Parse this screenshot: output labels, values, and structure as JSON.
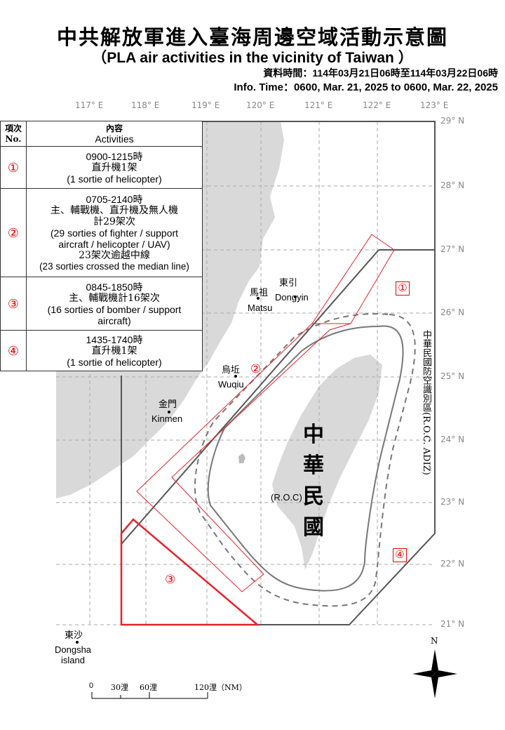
{
  "header": {
    "title_zh": "中共解放軍進入臺海周邊空域活動示意圖",
    "title_en": "（PLA air activities in the vicinity of Taiwan ）",
    "info_time_zh": "資料時間：114年03月21日06時至114年03月22日06時",
    "info_time_en": "Info. Time：0600, Mar. 21, 2025 to 0600, Mar. 22, 2025"
  },
  "axes": {
    "longitudes": [
      "117° E",
      "118° E",
      "119° E",
      "120° E",
      "121° E",
      "122° E",
      "123° E"
    ],
    "latitudes": [
      "29° N",
      "28° N",
      "27° N",
      "26° N",
      "25° N",
      "24° N",
      "23° N",
      "22° N",
      "21° N"
    ]
  },
  "legend": {
    "header_no": "項次\nNo.",
    "header_no_zh": "項次",
    "header_no_en": "No.",
    "header_act_zh": "內容",
    "header_act_en": "Activities",
    "rows": [
      {
        "no": "①",
        "lines": [
          "0900-1215時",
          "直升機1架",
          "(1 sortie of helicopter)"
        ]
      },
      {
        "no": "②",
        "lines": [
          "0705-2140時",
          "主、輔戰機、直升機及無人機",
          "計29架次",
          "(29 sorties of fighter / support",
          "aircraft / helicopter / UAV)",
          "23架次逾越中線",
          "(23 sorties crossed the median line)"
        ]
      },
      {
        "no": "③",
        "lines": [
          "0845-1850時",
          "主、輔戰機計16架次",
          "(16 sorties of bomber / support",
          "aircraft)"
        ]
      },
      {
        "no": "④",
        "lines": [
          "1435-1740時",
          "直升機1架",
          "(1 sortie of helicopter)"
        ]
      }
    ]
  },
  "places": {
    "dongyin_zh": "東引",
    "dongyin_en": "Dongyin",
    "matsu_zh": "馬祖",
    "matsu_en": "Matsu",
    "wuqiu_zh": "烏坵",
    "wuqiu_en": "Wuqiu",
    "kinmen_zh": "金門",
    "kinmen_en": "Kinmen",
    "dongsha_zh": "東沙",
    "dongsha_en1": "Dongsha",
    "dongsha_en2": "island",
    "roc_zh": "中華民國",
    "roc_en": "(R.O.C)",
    "adiz": "中華民國防空識別區(R.O.C. ADIZ)"
  },
  "zones": [
    "①",
    "②",
    "③",
    "④"
  ],
  "scale": {
    "ticks": [
      "0",
      "30浬",
      "60浬",
      "120浬（NM）"
    ]
  },
  "compass": "N",
  "colors": {
    "zone": "#e8212a",
    "land": "#d9d9d9",
    "grid": "#aaaaaa"
  }
}
